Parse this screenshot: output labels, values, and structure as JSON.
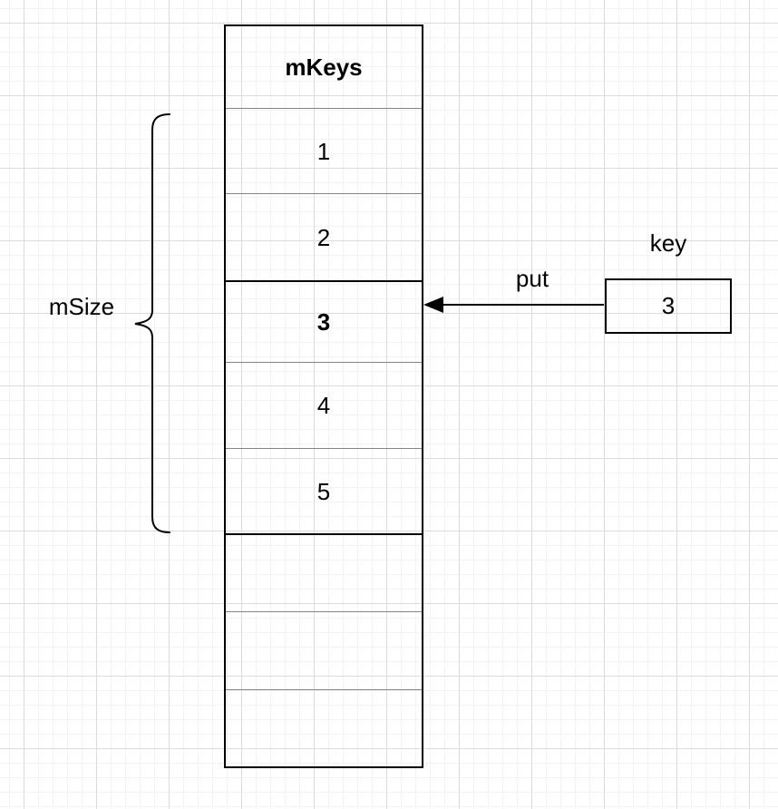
{
  "array": {
    "title": "mKeys",
    "rows": [
      {
        "value": "1",
        "bold": false
      },
      {
        "value": "2",
        "bold": false
      },
      {
        "value": "3",
        "bold": true
      },
      {
        "value": "4",
        "bold": false
      },
      {
        "value": "5",
        "bold": false
      },
      {
        "value": "",
        "bold": false
      },
      {
        "value": "",
        "bold": false
      },
      {
        "value": "",
        "bold": false
      }
    ]
  },
  "labels": {
    "msize": "mSize",
    "put": "put"
  },
  "key_box": {
    "label": "key",
    "value": "3"
  },
  "colors": {
    "shape_stroke": "#000000",
    "cell_divider": "#848484",
    "grid_minor": "#f4f2f2",
    "grid_major": "#dbdbdb",
    "background": "#ffffff"
  }
}
